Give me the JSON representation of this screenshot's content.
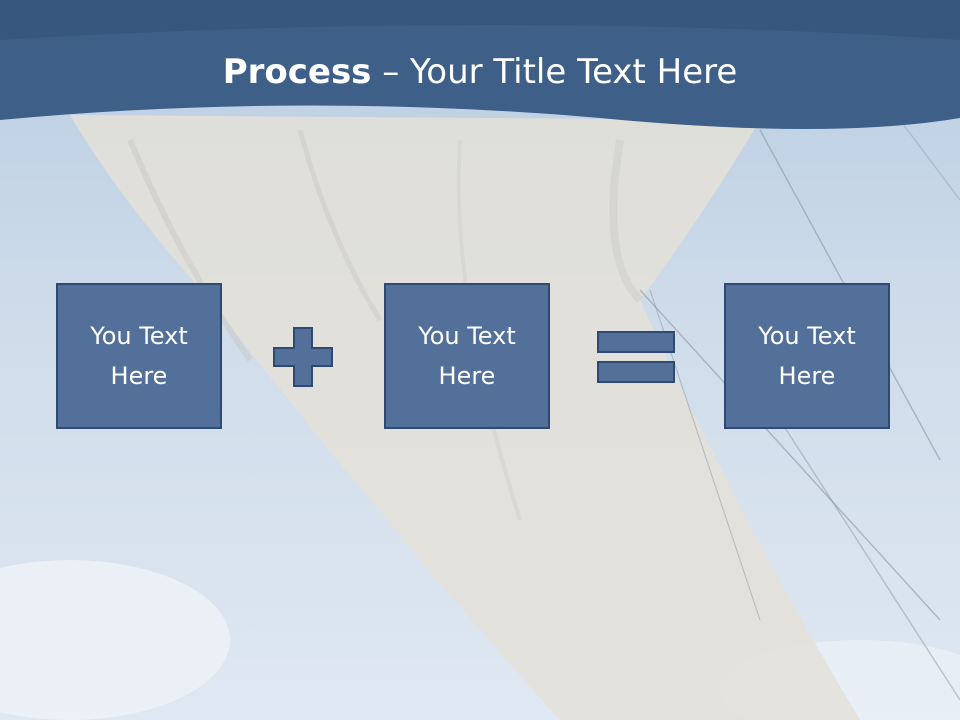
{
  "slide": {
    "title_bold": "Process",
    "title_rest": " – Your Title Text Here",
    "boxes": [
      {
        "label": "You Text Here"
      },
      {
        "label": "You Text Here"
      },
      {
        "label": "You Text Here"
      }
    ],
    "operators": [
      "plus-icon",
      "equals-icon"
    ],
    "colors": {
      "header": "#3e5f88",
      "box_fill": "#52709a",
      "box_border": "#2f4a70",
      "sky": "#cfdcea",
      "sail": "#e8e4dc"
    }
  }
}
